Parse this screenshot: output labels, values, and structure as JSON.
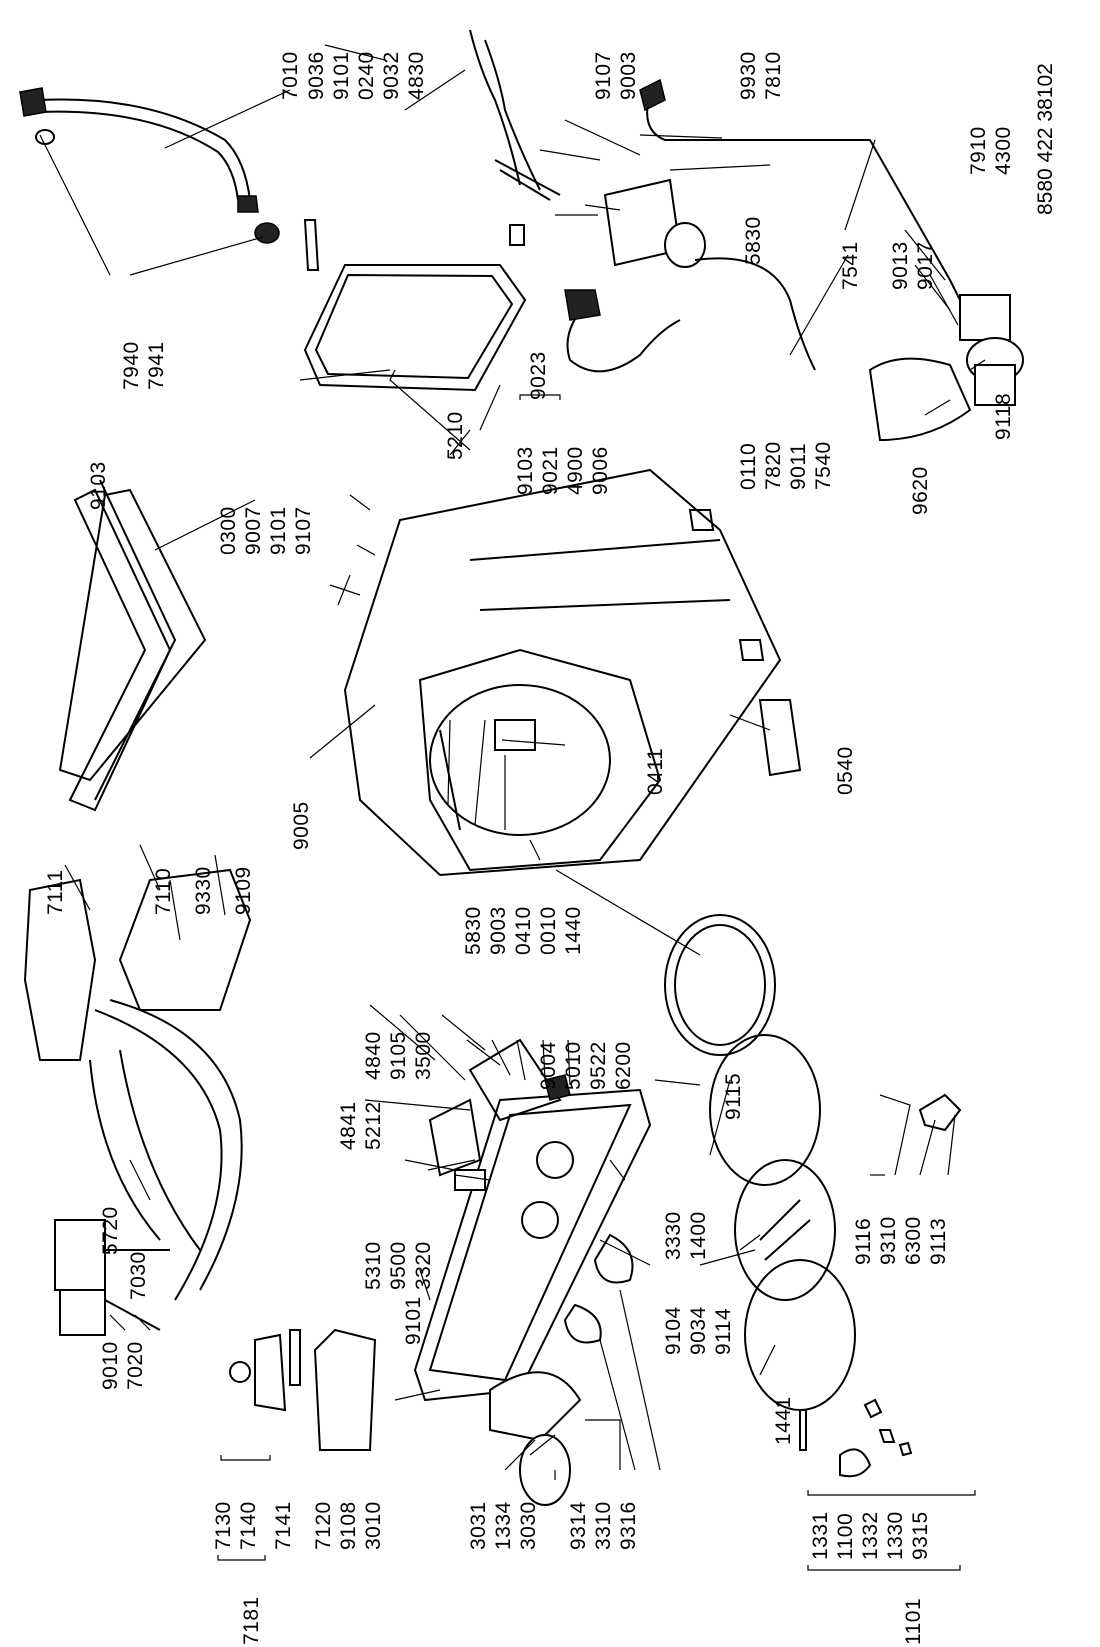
{
  "document_number": "8580 422 38102",
  "labels": {
    "l7010": "7010",
    "l9036": "9036",
    "l9101a": "9101",
    "l0240": "0240",
    "l9032": "9032",
    "l4830": "4830",
    "l9107a": "9107",
    "l9003a": "9003",
    "l9930": "9930",
    "l7810": "7810",
    "l7910": "7910",
    "l4300": "4300",
    "l7541": "7541",
    "l9013": "9013",
    "l9017": "9017",
    "l5830a": "5830",
    "l7940": "7940",
    "l7941": "7941",
    "l9023": "9023",
    "l9103a": "9103",
    "l9021": "9021",
    "l4900": "4900",
    "l9006": "9006",
    "l0110": "0110",
    "l7820": "7820",
    "l9011": "9011",
    "l7540": "7540",
    "l9620": "9620",
    "l9118": "9118",
    "l5210": "5210",
    "l9103b": "9103",
    "l0300": "0300",
    "l9007": "9007",
    "l9101b": "9101",
    "l9107b": "9107",
    "l9005": "9005",
    "l0411": "0411",
    "l0540": "0540",
    "l5830b": "5830",
    "l9003b": "9003",
    "l0410": "0410",
    "l0010": "0010",
    "l1440": "1440",
    "l7111": "7111",
    "l7110": "7110",
    "l9330": "9330",
    "l9109": "9109",
    "l4840": "4840",
    "l9105": "9105",
    "l3500": "3500",
    "l9004": "9004",
    "l5010": "5010",
    "l9522": "9522",
    "l6200": "6200",
    "l4841": "4841",
    "l5212": "5212",
    "l9115": "9115",
    "l5720": "5720",
    "l7030": "7030",
    "l5310": "5310",
    "l9500": "9500",
    "l3320": "3320",
    "l3330": "3330",
    "l1400": "1400",
    "l9116": "9116",
    "l9310": "9310",
    "l6300": "6300",
    "l9113": "9113",
    "l9104": "9104",
    "l9034": "9034",
    "l9114": "9114",
    "l9101c": "9101",
    "l9010": "9010",
    "l7020": "7020",
    "l1441": "1441",
    "l7130": "7130",
    "l7140": "7140",
    "l7141": "7141",
    "l7120": "7120",
    "l9108": "9108",
    "l3010": "3010",
    "l7181": "7181",
    "l3031": "3031",
    "l1334": "1334",
    "l3030": "3030",
    "l9314": "9314",
    "l3310": "3310",
    "l9316": "9316",
    "l1331": "1331",
    "l1100": "1100",
    "l1332": "1332",
    "l1330": "1330",
    "l9315": "9315",
    "l1101": "1101"
  }
}
